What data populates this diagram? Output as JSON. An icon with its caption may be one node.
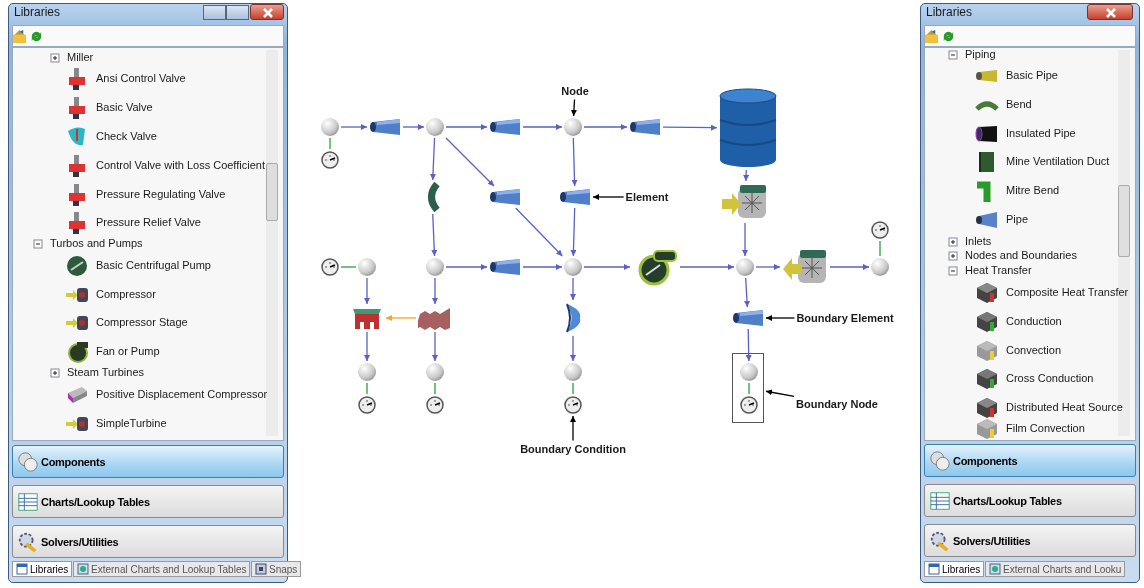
{
  "diagram": {
    "nodes": [
      {
        "text": [],
        "shape": "circle"
      },
      {
        "text": [],
        "shape": "picture"
      },
      {
        "text": [],
        "shape": "circle"
      },
      {
        "text": [],
        "shape": "picture"
      },
      {
        "text": [
          "Node"
        ]
      },
      {
        "text": [],
        "shape": "circle"
      },
      {
        "text": [],
        "shape": "picture"
      },
      {
        "text": [],
        "shape": "picture"
      },
      {
        "text": [],
        "shape": "picture"
      },
      {
        "text": [],
        "shape": "picture"
      },
      {
        "text": [],
        "shape": "picture"
      },
      {
        "text": [],
        "shape": "picture"
      },
      {
        "text": [
          "Element"
        ]
      },
      {
        "text": [],
        "shape": "picture"
      },
      {
        "text": [],
        "shape": "picture"
      },
      {
        "text": [],
        "shape": "picture"
      },
      {
        "text": [],
        "shape": "circle"
      },
      {
        "text": [],
        "shape": "circle"
      },
      {
        "text": [],
        "shape": "picture"
      },
      {
        "text": [],
        "shape": "circle"
      },
      {
        "text": [],
        "shape": "picture"
      },
      {
        "text": [],
        "shape": "circle"
      },
      {
        "text": [],
        "shape": "picture"
      },
      {
        "text": [],
        "shape": "circle"
      },
      {
        "text": [],
        "shape": "picture"
      },
      {
        "text": [],
        "shape": "picture"
      },
      {
        "text": [],
        "shape": "picture"
      },
      {
        "text": [],
        "shape": "picture"
      },
      {
        "text": [
          "Boundary Element"
        ]
      },
      {
        "text": [],
        "shape": "box"
      },
      {
        "text": [],
        "shape": "circle"
      },
      {
        "text": [],
        "shape": "circle"
      },
      {
        "text": [],
        "shape": "circle"
      },
      {
        "text": [],
        "shape": "circle",
        "in": 29
      },
      {
        "text": [],
        "shape": "picture"
      },
      {
        "text": [],
        "shape": "picture"
      },
      {
        "text": [],
        "shape": "picture"
      },
      {
        "text": [],
        "shape": "picture",
        "in": 29
      },
      {
        "text": [
          "Boundary Node"
        ]
      },
      {
        "text": [
          "Boundary Condition"
        ]
      }
    ],
    "edges": [
      {
        "from": 0,
        "to": 1,
        "arrow": "to"
      },
      {
        "from": 1,
        "to": 2,
        "arrow": "to"
      },
      {
        "from": 2,
        "to": 3,
        "arrow": "to"
      },
      {
        "from": 3,
        "to": 5,
        "arrow": "to"
      },
      {
        "from": 5,
        "to": 6,
        "arrow": "to"
      },
      {
        "from": 6,
        "to": 7,
        "arrow": "to"
      },
      {
        "from": 2,
        "to": 9,
        "arrow": "to"
      },
      {
        "from": 2,
        "to": 10,
        "arrow": "to"
      },
      {
        "from": 5,
        "to": 11,
        "arrow": "to"
      },
      {
        "from": 9,
        "to": 17,
        "arrow": "to"
      },
      {
        "from": 10,
        "to": 19,
        "arrow": "to"
      },
      {
        "from": 11,
        "to": 19,
        "arrow": "to"
      },
      {
        "from": 7,
        "to": 13,
        "arrow": "to"
      },
      {
        "from": 13,
        "to": 21,
        "arrow": "to"
      },
      {
        "from": 17,
        "to": 18,
        "arrow": "to"
      },
      {
        "from": 18,
        "to": 19,
        "arrow": "to"
      },
      {
        "from": 19,
        "to": 20,
        "arrow": "to"
      },
      {
        "from": 20,
        "to": 21,
        "arrow": "to"
      },
      {
        "from": 21,
        "to": 22,
        "arrow": "to"
      },
      {
        "from": 22,
        "to": 23,
        "arrow": "to"
      },
      {
        "from": 16,
        "to": 24,
        "arrow": "to"
      },
      {
        "from": 17,
        "to": 25,
        "arrow": "to"
      },
      {
        "from": 25,
        "to": 24,
        "arrow": "to",
        "color": "#f5a623"
      },
      {
        "from": 19,
        "to": 26,
        "arrow": "to"
      },
      {
        "from": 21,
        "to": 27,
        "arrow": "to"
      },
      {
        "from": 24,
        "to": 30,
        "arrow": "to"
      },
      {
        "from": 25,
        "to": 31,
        "arrow": "to"
      },
      {
        "from": 26,
        "to": 32,
        "arrow": "to"
      },
      {
        "from": 27,
        "to": 33,
        "arrow": "to"
      },
      {
        "from": 0,
        "to": 8,
        "arrow": "none",
        "color": "#2e9e3e"
      },
      {
        "from": 15,
        "to": 16,
        "arrow": "none",
        "color": "#2e9e3e"
      },
      {
        "from": 30,
        "to": 34,
        "arrow": "none",
        "color": "#2e9e3e"
      },
      {
        "from": 31,
        "to": 35,
        "arrow": "none",
        "color": "#2e9e3e"
      },
      {
        "from": 32,
        "to": 36,
        "arrow": "none",
        "color": "#2e9e3e"
      },
      {
        "from": 33,
        "to": 37,
        "arrow": "none",
        "color": "#2e9e3e"
      },
      {
        "from": 23,
        "to": 14,
        "arrow": "none",
        "color": "#2e9e3e"
      },
      {
        "from": 4,
        "to": 5,
        "arrow": "to",
        "color": "#000000"
      },
      {
        "from": 12,
        "to": 11,
        "arrow": "to",
        "color": "#000000"
      },
      {
        "from": 28,
        "to": 27,
        "arrow": "to",
        "color": "#000000"
      },
      {
        "from": 38,
        "to": 29,
        "arrow": "to",
        "color": "#000000"
      },
      {
        "from": 39,
        "to": 36,
        "arrow": "to",
        "color": "#000000"
      }
    ],
    "labels": [
      "Libraries",
      "Miller",
      "Ansi Control Valve",
      "Basic Valve",
      "Check Valve",
      "Control Valve with Loss Coefficient",
      "Pressure Regulating Valve",
      "Pressure Relief Valve",
      "Turbos and Pumps",
      "Basic Centrifugal Pump",
      "Compressor",
      "Compressor Stage",
      "Fan or Pump",
      "Steam Turbines",
      "Positive Displacement Compressor",
      "SimpleTurbine",
      "Components",
      "Charts/Lookup Tables",
      "Solvers/Utilities",
      "Libraries",
      "External Charts and Lookup Tables",
      "Snaps",
      "Libraries",
      "Piping",
      "Basic Pipe",
      "Bend",
      "Insulated Pipe",
      "Mine Ventilation Duct",
      "Mitre Bend",
      "Pipe",
      "Inlets",
      "Nodes and Boundaries",
      "Heat Transfer",
      "Composite Heat Transfer",
      "Conduction",
      "Convection",
      "Cross Conduction",
      "Distributed Heat Source",
      "Film Convection",
      "Components",
      "Charts/Lookup Tables",
      "Solvers/Utilities",
      "Libraries",
      "External Charts and Looku"
    ]
  }
}
